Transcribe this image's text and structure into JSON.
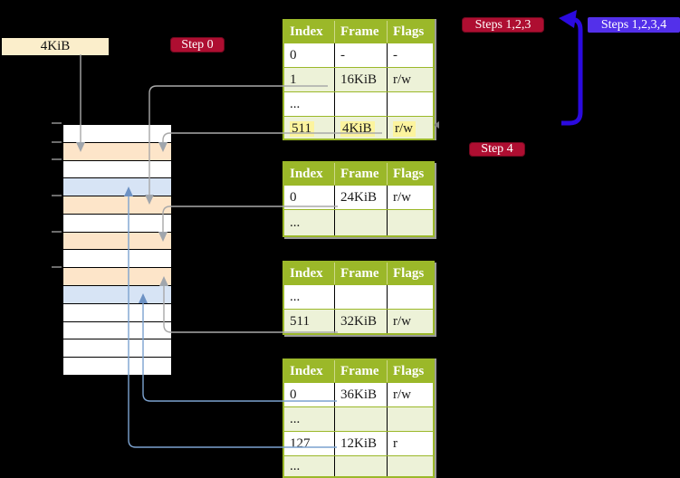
{
  "labels": {
    "page_size": "4KiB"
  },
  "badges": [
    {
      "id": "step0",
      "text": "Step 0"
    },
    {
      "id": "steps123",
      "text": "Steps 1,2,3"
    },
    {
      "id": "steps1234",
      "text": "Steps 1,2,3,4"
    },
    {
      "id": "step4",
      "text": "Step 4"
    }
  ],
  "colors": {
    "badge_red": "#ae0e31",
    "badge_blue": "#5330ea",
    "big_arrow_blue": "#2b0adf",
    "table_header_bg": "#9bb829",
    "table_row_green": "#edf2d8",
    "table_row_white": "#ffffff",
    "highlight_yellow": "#fcf49e",
    "frame_free": "#ffffff",
    "frame_pagetable": "#fde5c9",
    "frame_data": "#d7e4f5",
    "size_label_bg": "#fbeecb",
    "gray_connector": "#a9a9a9",
    "blue_connector": "#7ca2cf",
    "blue_connector_head": "#6d92c4"
  },
  "tables": [
    {
      "name": "page-table-a",
      "headers": [
        "Index",
        "Frame",
        "Flags"
      ],
      "rows": [
        {
          "cells": [
            "0",
            "-",
            "-"
          ],
          "shade": "white",
          "highlight": false
        },
        {
          "cells": [
            "1",
            "16KiB",
            "r/w"
          ],
          "shade": "green",
          "highlight": false
        },
        {
          "cells": [
            "...",
            "",
            ""
          ],
          "shade": "white",
          "highlight": false
        },
        {
          "cells": [
            "511",
            "4KiB",
            "r/w"
          ],
          "shade": "green",
          "highlight": true
        }
      ],
      "clipped_extra_row": true
    },
    {
      "name": "page-table-b",
      "headers": [
        "Index",
        "Frame",
        "Flags"
      ],
      "rows": [
        {
          "cells": [
            "0",
            "24KiB",
            "r/w"
          ],
          "shade": "white",
          "highlight": false
        },
        {
          "cells": [
            "...",
            "",
            ""
          ],
          "shade": "green",
          "highlight": false
        }
      ],
      "clipped_extra_row": false
    },
    {
      "name": "page-table-c",
      "headers": [
        "Index",
        "Frame",
        "Flags"
      ],
      "rows": [
        {
          "cells": [
            "...",
            "",
            ""
          ],
          "shade": "white",
          "highlight": false
        },
        {
          "cells": [
            "511",
            "32KiB",
            "r/w"
          ],
          "shade": "green",
          "highlight": false
        }
      ],
      "clipped_extra_row": false
    },
    {
      "name": "page-table-d",
      "headers": [
        "Index",
        "Frame",
        "Flags"
      ],
      "rows": [
        {
          "cells": [
            "0",
            "36KiB",
            "r/w"
          ],
          "shade": "white",
          "highlight": false
        },
        {
          "cells": [
            "...",
            "",
            ""
          ],
          "shade": "green",
          "highlight": false
        },
        {
          "cells": [
            "127",
            "12KiB",
            "r"
          ],
          "shade": "white",
          "highlight": false
        },
        {
          "cells": [
            "...",
            "",
            ""
          ],
          "shade": "green",
          "highlight": false
        }
      ],
      "clipped_extra_row": false
    }
  ],
  "memory_column": {
    "rows": [
      "free",
      "pagetable",
      "free",
      "data",
      "pagetable",
      "free",
      "pagetable",
      "free",
      "pagetable",
      "data",
      "free",
      "free",
      "free",
      "free"
    ]
  }
}
